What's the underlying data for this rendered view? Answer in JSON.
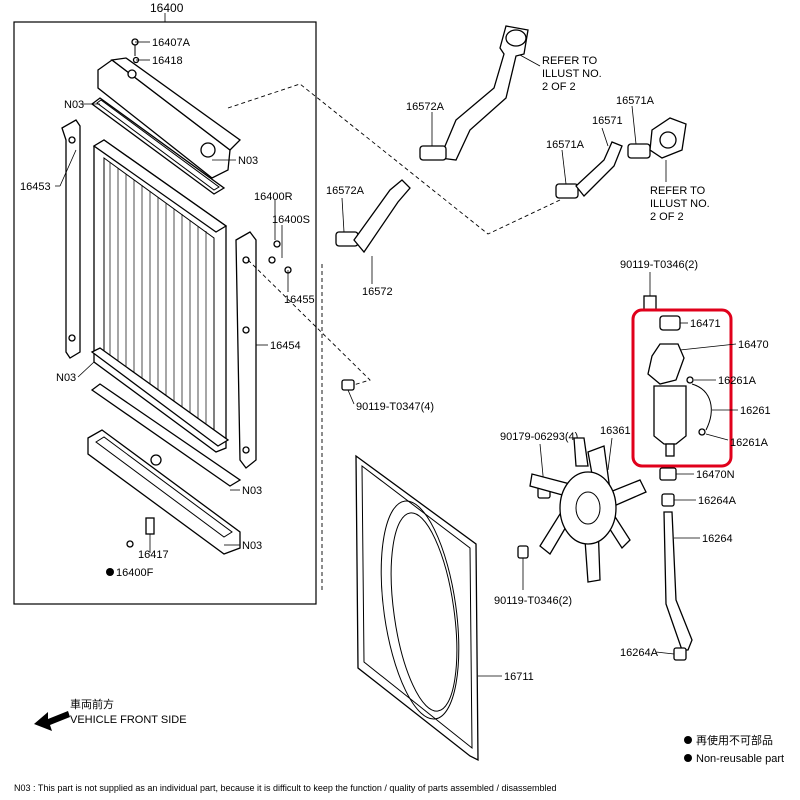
{
  "labels": {
    "radiator_assy": "16400",
    "drain_cock_plug": "16407A",
    "plug_16418": "16418",
    "support_left": "16453",
    "part_16400R": "16400R",
    "part_16400S": "16400S",
    "part_16455": "16455",
    "support_right": "16454",
    "bolt_90119_t0347": "90119-T0347(4)",
    "part_16417": "16417",
    "part_16400F": "16400F",
    "hose_clamp_upper_a": "16572A",
    "hose_clamp_upper_b": "16572A",
    "upper_hose": "16572",
    "clamp_16571A_top": "16571A",
    "hose_16571": "16571",
    "clamp_16571A_mid": "16571A",
    "bolt_90119_t0346_top": "90119-T0346(2)",
    "reservoir_cap": "16471",
    "reservoir_tank": "16470",
    "clamp_16261A_top": "16261A",
    "hose_16261": "16261",
    "clamp_16261A_bottom": "16261A",
    "part_16470N": "16470N",
    "clamp_16264A": "16264A",
    "hose_16264": "16264",
    "clamp_16264A_bottom": "16264A",
    "bolt_90179": "90179-06293(4)",
    "fan": "16361",
    "bolt_90119_t0346_bottom": "90119-T0346(2)",
    "shroud": "16711"
  },
  "notes": {
    "refer_top": [
      "REFER TO",
      "ILLUST NO.",
      "2 OF 2"
    ],
    "refer_right": [
      "REFER TO",
      "ILLUST NO.",
      "2 OF 2"
    ],
    "n03": "N03",
    "direction_jp": "車両前方",
    "direction_en": "VEHICLE FRONT SIDE",
    "legend_jp": "再使用不可部品",
    "legend_en": "Non-reusable part",
    "footnote": "N03 : This part is not supplied as an individual part, because it is difficult to keep the function / quality of parts assembled / disassembled"
  },
  "colors": {
    "highlight": "#e0001b",
    "ink": "#000000"
  }
}
